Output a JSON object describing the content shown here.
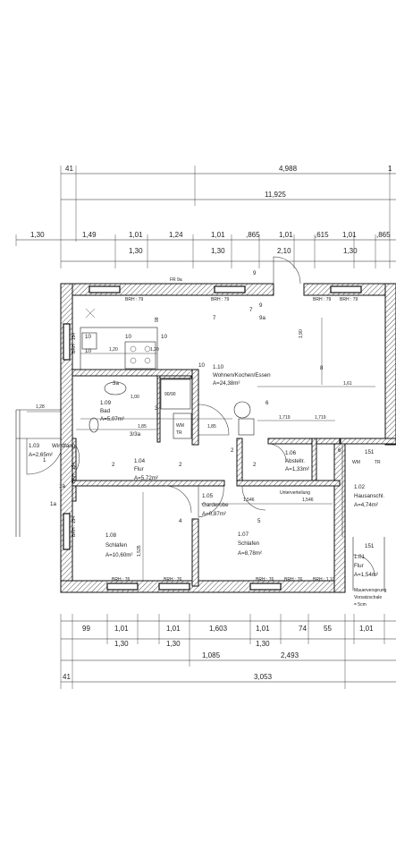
{
  "plan": {
    "top_dims_row1": [
      "41",
      "4,988",
      "1"
    ],
    "top_total": "11,925",
    "top_dims_row2": [
      "1,30",
      "1,49",
      "1,01",
      "1,24",
      "1,01",
      ",865",
      "1,01",
      ",615",
      "1,01",
      ",865"
    ],
    "top_dims_row3": [
      "1,30",
      "1,30",
      "2,10",
      "1,30"
    ],
    "bottom_dims_row1": [
      "99",
      "1,01",
      "1,01",
      "1,603",
      "1,01",
      "74",
      "55",
      "1,01"
    ],
    "bottom_dims_row2": [
      "1,30",
      "1,30",
      "1,30"
    ],
    "bottom_dims_row3": [
      "1,085",
      "2,493"
    ],
    "bottom_dims_row4": [
      "41",
      "3,053"
    ],
    "window_tags": [
      "FR 9a",
      "BRH : 79",
      "BRH : 79",
      "BRH : 79",
      "BRH : 79",
      "BRH : 154",
      "BRH : 154",
      "BRH : 154",
      "BRH : 76",
      "BRH : 76",
      "BRH : 76",
      "BRH : 76",
      "BRH : 1,10"
    ],
    "rooms": [
      {
        "no": "1.10",
        "name": "Wohnen/Kochen/Essen",
        "area": "A=24,38m²"
      },
      {
        "no": "1.09",
        "name": "Bad",
        "area": "A=5,07m²"
      },
      {
        "no": "1.04",
        "name": "Flur",
        "area": "A=5,72m²"
      },
      {
        "no": "1.05",
        "name": "Garderobe",
        "area": "A=0,87m²"
      },
      {
        "no": "1.06",
        "name": "Abstellr.",
        "area": "A=1,33m²"
      },
      {
        "no": "1.08",
        "name": "Schlafen",
        "area": "A=10,60m²"
      },
      {
        "no": "1.07",
        "name": "Schlafen",
        "area": "A=8,78m²"
      },
      {
        "no": "1.03",
        "name": "Windfang",
        "area": "A=2,65m²"
      },
      {
        "no": "1.02",
        "name": "Hausanschl.",
        "area": "A=4,74m²"
      },
      {
        "no": "1.01",
        "name": "Flur",
        "area": "A=1,54m²"
      }
    ],
    "marks": [
      "9",
      "9",
      "7",
      "9a",
      "7",
      "10",
      "10",
      "10",
      "10",
      "10",
      "3a",
      "3",
      "3/3a",
      "2",
      "2",
      "2",
      "2",
      "1",
      "1a",
      "1a",
      "6",
      "6",
      "4",
      "5",
      "8",
      "151",
      "151"
    ],
    "fixtures": [
      "90/90",
      "WM",
      "TR",
      "WM",
      "TR",
      "Unterverteilung"
    ],
    "interior_dims": [
      "1,20",
      "1,20",
      "1,00",
      "1,85",
      "1,85",
      "1,719",
      "1,719",
      "1,61",
      "1,90",
      "1,28",
      "1,546",
      "1,546",
      "1,535",
      "98"
    ],
    "notes": [
      "Mauerversprung",
      "Vorsatzschale",
      "= 5cm"
    ]
  }
}
